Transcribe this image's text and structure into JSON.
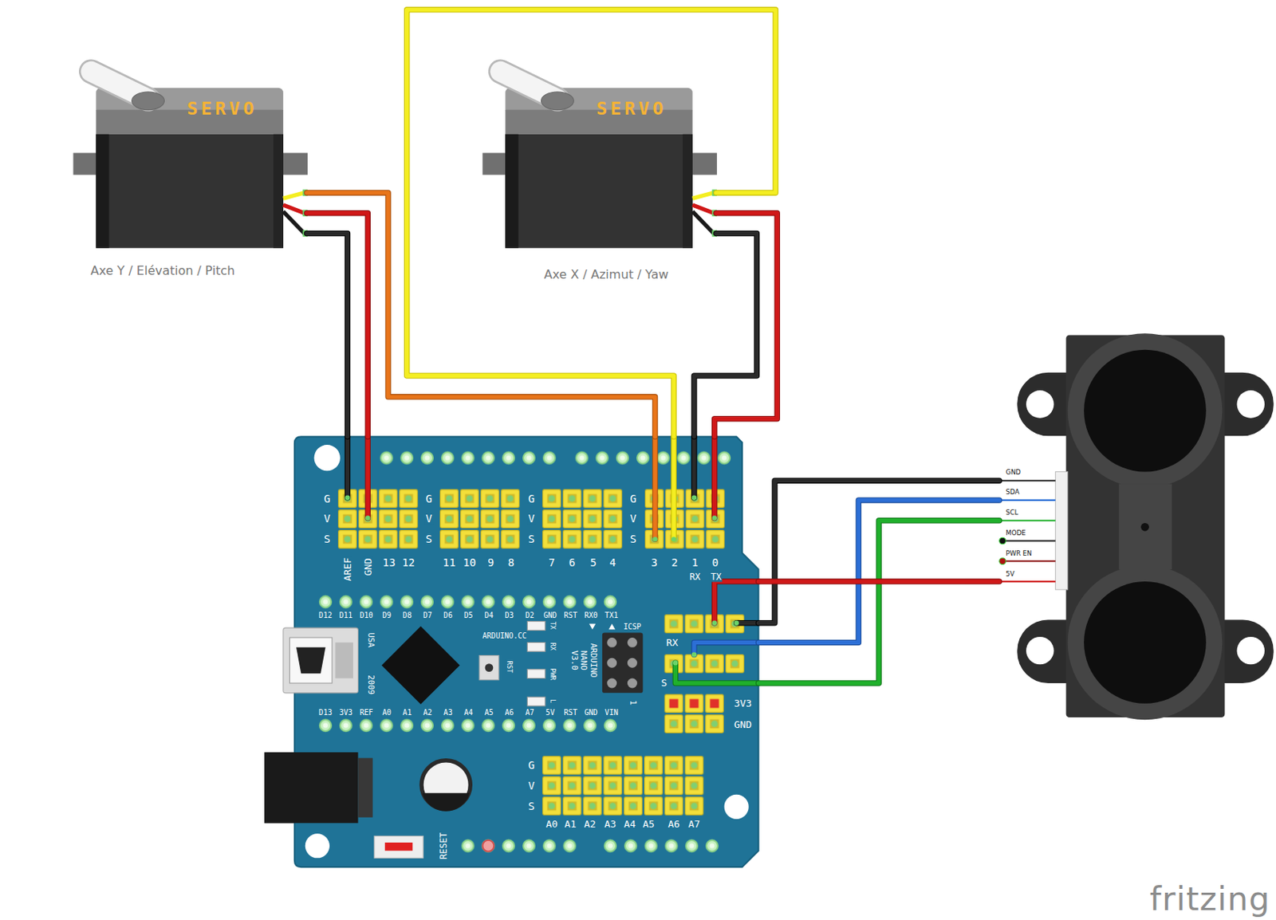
{
  "diagram": {
    "nodes": [
      {
        "text": [
          "SERVO",
          "Axe Y / Elévation / Pitch"
        ]
      },
      {
        "text": [
          "SERVO",
          "Axe X / Azimut / Yaw"
        ]
      },
      {
        "text": [
          "ARDUINO.CC",
          "ARDUINO NANO V3.0"
        ]
      },
      {
        "text": [
          "GND",
          "SDA",
          "SCL",
          "MODE",
          "PWR EN",
          "5V"
        ]
      }
    ],
    "edges": [
      {
        "from": 0,
        "to": 2,
        "arrow": "none"
      },
      {
        "from": 0,
        "to": 2,
        "arrow": "none"
      },
      {
        "from": 0,
        "to": 2,
        "arrow": "none"
      },
      {
        "from": 1,
        "to": 2,
        "arrow": "none"
      },
      {
        "from": 1,
        "to": 2,
        "arrow": "none"
      },
      {
        "from": 1,
        "to": 2,
        "arrow": "none"
      },
      {
        "from": 3,
        "to": 2,
        "arrow": "none"
      },
      {
        "from": 3,
        "to": 2,
        "arrow": "none"
      },
      {
        "from": 3,
        "to": 2,
        "arrow": "none"
      },
      {
        "from": 3,
        "to": 2,
        "arrow": "none"
      }
    ],
    "labels": [
      "G",
      "V",
      "S",
      "G",
      "V",
      "S",
      "G",
      "V",
      "S",
      "G",
      "V",
      "S",
      "AREF",
      "GND",
      "13",
      "12",
      "11",
      "10",
      "9",
      "8",
      "7",
      "6",
      "5",
      "4",
      "3",
      "2",
      "1",
      "0",
      "RX",
      "TX",
      "D12",
      "D11",
      "D10",
      "D9",
      "D8",
      "D7",
      "D6",
      "D5",
      "D4",
      "D3",
      "D2",
      "GND",
      "RST",
      "RX0",
      "TX1",
      "TX",
      "RX",
      "PWR",
      "L",
      "RST",
      "USA",
      "2009",
      "ICSP",
      "1",
      "D13",
      "3V3",
      "REF",
      "A0",
      "A1",
      "A2",
      "A3",
      "A4",
      "A5",
      "A6",
      "A7",
      "5V",
      "RST",
      "GND",
      "VIN",
      "RX",
      "S",
      "3V3",
      "GND",
      "G",
      "V",
      "S",
      "A0",
      "A1",
      "A2",
      "A3",
      "A4",
      "A5",
      "A6",
      "A7",
      "RESET",
      "fritzing"
    ]
  }
}
